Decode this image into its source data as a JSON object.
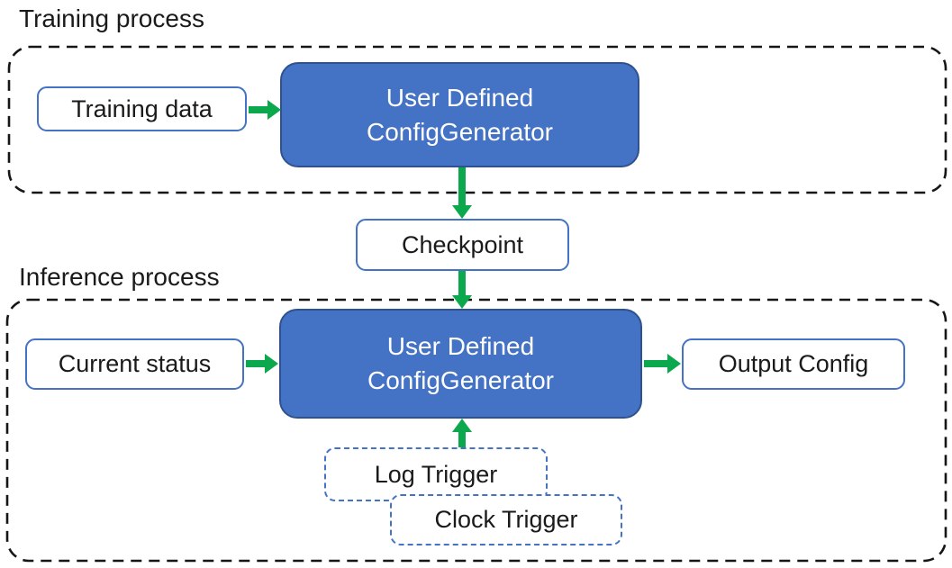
{
  "diagram": {
    "training": {
      "title": "Training process",
      "input_label": "Training data",
      "generator_line1": "User Defined",
      "generator_line2": "ConfigGenerator"
    },
    "checkpoint_label": "Checkpoint",
    "inference": {
      "title": "Inference process",
      "input_label": "Current status",
      "generator_line1": "User Defined",
      "generator_line2": "ConfigGenerator",
      "output_label": "Output Config",
      "log_trigger_label": "Log Trigger",
      "clock_trigger_label": "Clock Trigger"
    },
    "colors": {
      "node_fill_blue": "#4472C4",
      "node_border_dark_blue": "#2F528F",
      "white_box_border_blue": "#4472C4",
      "arrow_green": "#0CA84E",
      "boundary_dash_black": "#161616",
      "text_dark": "#1a1a1a",
      "text_white": "#ffffff"
    }
  }
}
